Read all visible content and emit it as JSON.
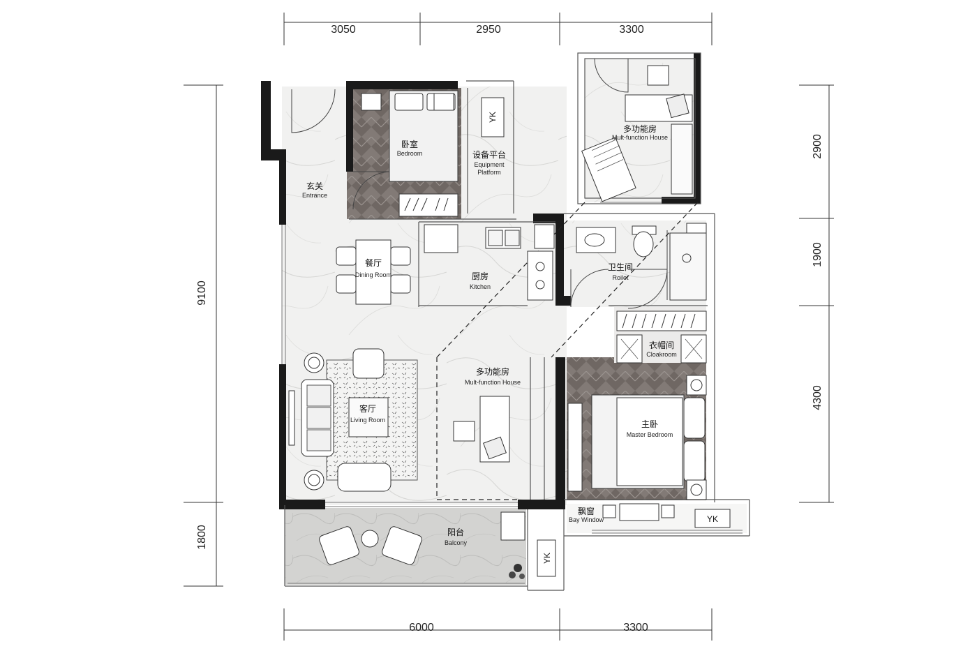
{
  "dimensions": {
    "top": [
      "3050",
      "2950",
      "3300"
    ],
    "bottom": [
      "6000",
      "3300"
    ],
    "left": [
      "9100",
      "1800"
    ],
    "right": [
      "2900",
      "1900",
      "4300"
    ]
  },
  "rooms": {
    "entrance": {
      "cn": "玄关",
      "en": "Entrance"
    },
    "bedroom": {
      "cn": "卧室",
      "en": "Bedroom"
    },
    "equipment": {
      "cn": "设备平台",
      "en1": "Equipment",
      "en2": "Platform"
    },
    "multi_top": {
      "cn": "多功能房",
      "en": "Mult-function House"
    },
    "dining": {
      "cn": "餐厅",
      "en": "Dining Room"
    },
    "kitchen": {
      "cn": "厨房",
      "en": "Kitchen"
    },
    "toilet": {
      "cn": "卫生间",
      "en": "Roilet"
    },
    "cloakroom": {
      "cn": "衣帽间",
      "en": "Cloakroom"
    },
    "multi_center": {
      "cn": "多功能房",
      "en": "Mult-function House"
    },
    "living": {
      "cn": "客厅",
      "en": "Living Room"
    },
    "master": {
      "cn": "主卧",
      "en": "Master Bedroom"
    },
    "bay": {
      "cn": "飘窗",
      "en": "Bay Window"
    },
    "balcony": {
      "cn": "阳台",
      "en": "Balcony"
    }
  },
  "ac_units": {
    "label": "YK"
  },
  "colors": {
    "wall": "#1a1a1a",
    "marble": "#f1f1f0",
    "wood": "#7d7470",
    "balcony": "#d3d3d1"
  }
}
